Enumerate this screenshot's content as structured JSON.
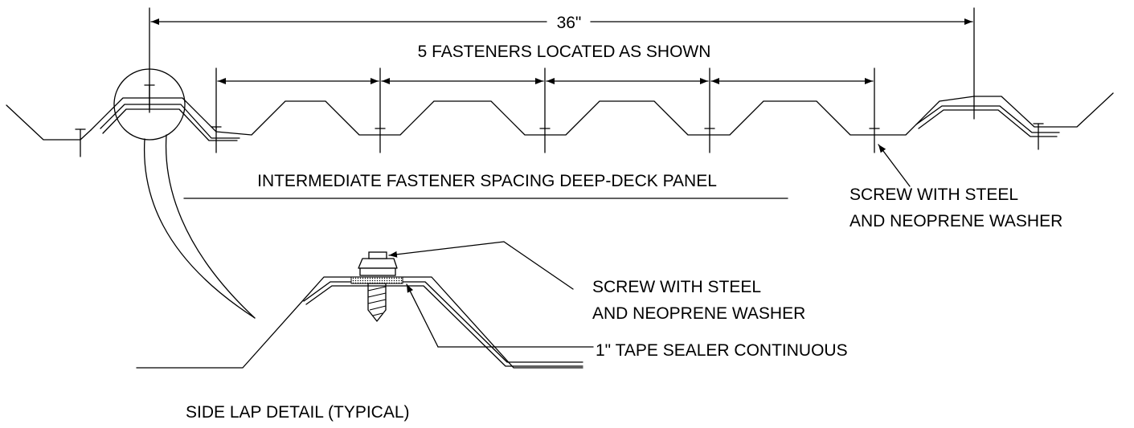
{
  "dimension": {
    "overall_width": "36\""
  },
  "fastener_note": "5 FASTENERS LOCATED AS SHOWN",
  "title_main": "INTERMEDIATE FASTENER SPACING DEEP-DECK PANEL",
  "screw_callout_top": {
    "line1": "SCREW WITH STEEL",
    "line2": "AND NEOPRENE WASHER"
  },
  "detail": {
    "screw_callout": {
      "line1": "SCREW WITH STEEL",
      "line2": "AND NEOPRENE WASHER"
    },
    "tape_callout": "1\" TAPE SEALER CONTINUOUS",
    "title": "SIDE LAP DETAIL (TYPICAL)"
  }
}
